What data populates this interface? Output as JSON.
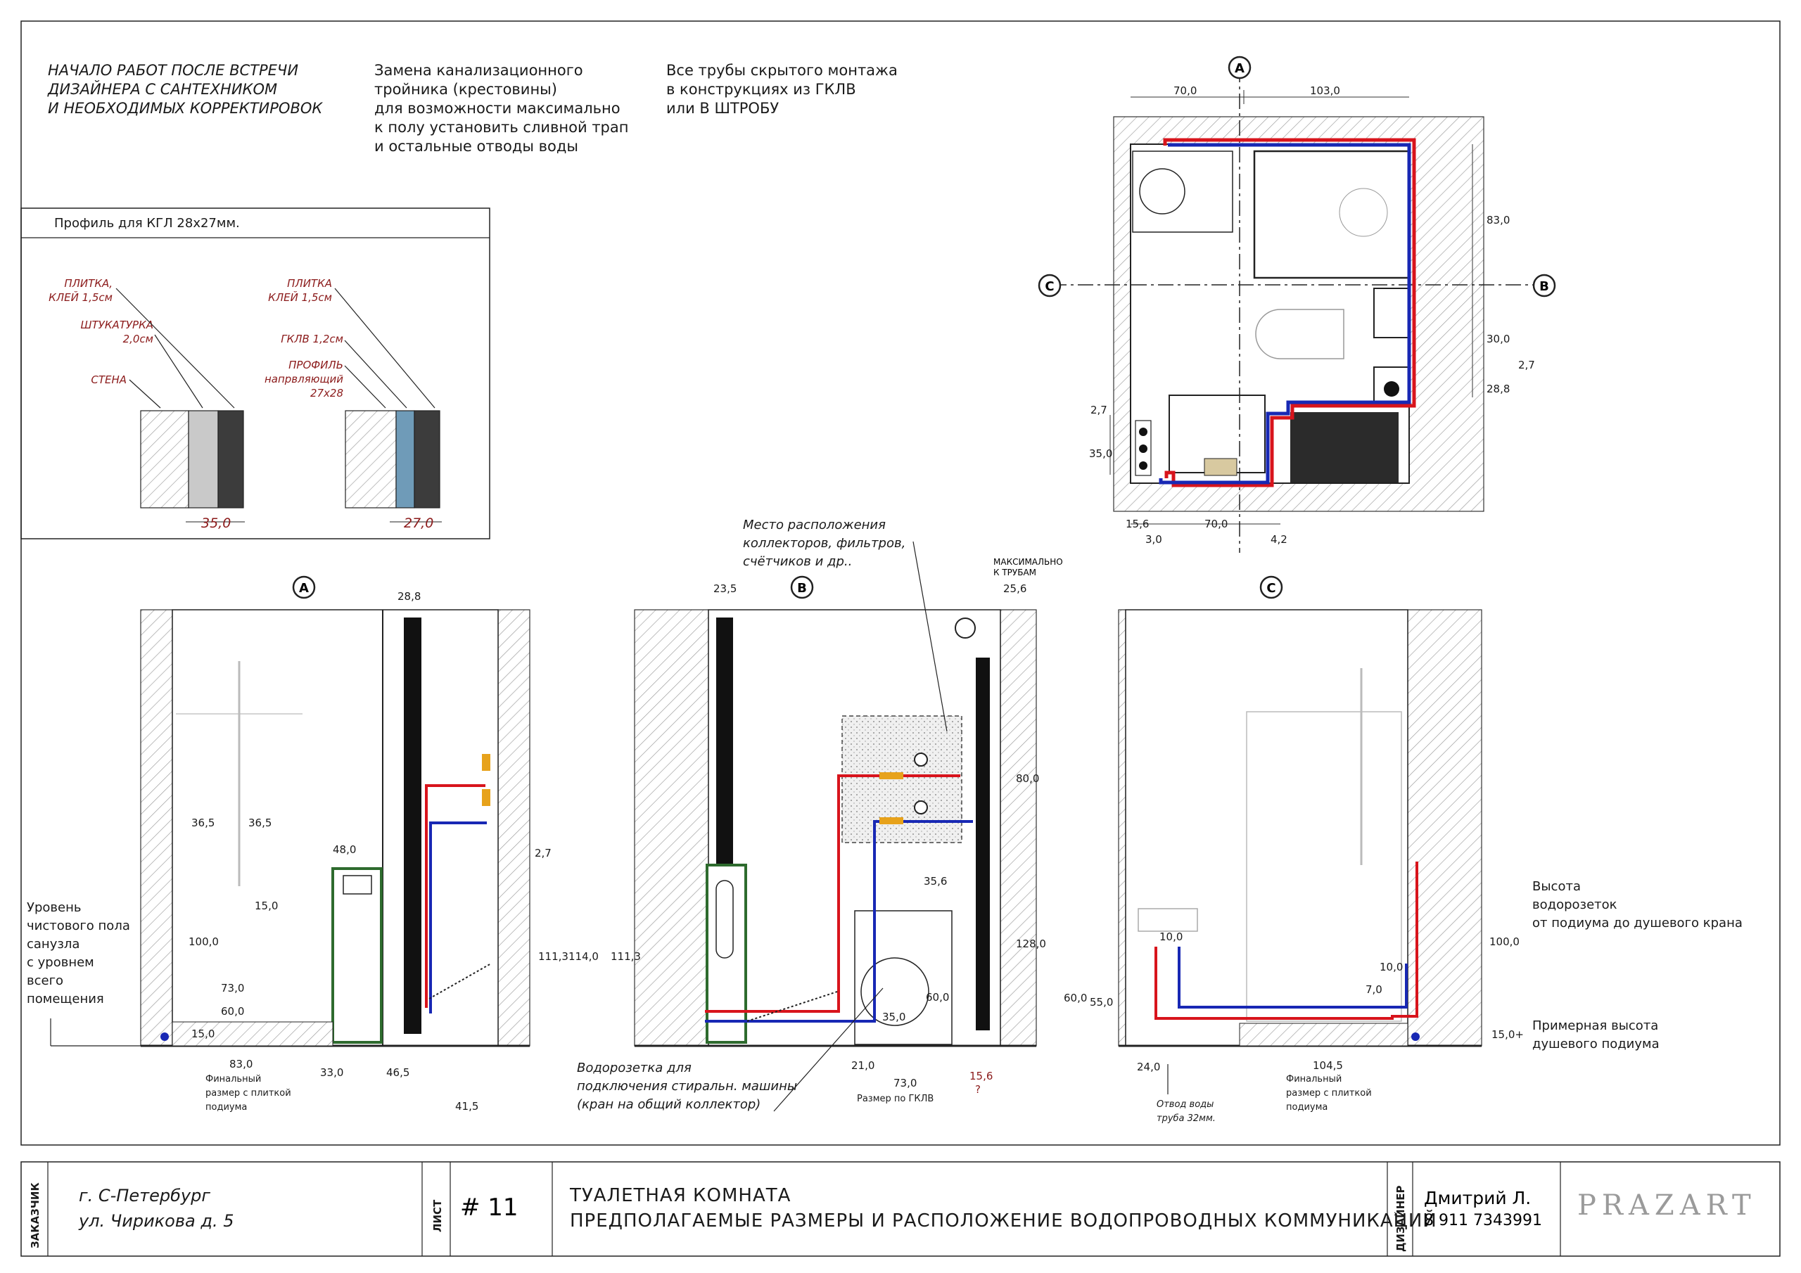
{
  "notes": {
    "note1": [
      "НАЧАЛО РАБОТ ПОСЛЕ ВСТРЕЧИ",
      "ДИЗАЙНЕРА С САНТЕХНИКОМ",
      "И НЕОБХОДИМЫХ КОРРЕКТИРОВОК"
    ],
    "note2": [
      "Замена канализационного",
      "тройника (крестовины)",
      "для возможности максимально",
      "к полу установить сливной трап",
      "и остальные отводы воды"
    ],
    "note3": [
      "Все трубы скрытого монтажа",
      "в конструкциях из ГКЛВ",
      "или В ШТРОБУ"
    ]
  },
  "profile_box": {
    "title": "Профиль для КГЛ 28х27мм.",
    "left_labels": [
      "ПЛИТКА,",
      "КЛЕЙ 1,5см",
      "ШТУКАТУРКА",
      "2,0см",
      "СТЕНА"
    ],
    "right_labels": [
      "ПЛИТКА",
      "КЛЕЙ 1,5см",
      "ГКЛВ 1,2см",
      "ПРОФИЛЬ",
      "напрвляющий",
      "27х28"
    ],
    "left_dim": "35,0",
    "right_dim": "27,0"
  },
  "plan": {
    "marker_a": "A",
    "marker_b": "B",
    "marker_c": "C",
    "top_dims": [
      "70,0",
      "103,0"
    ],
    "right_dims": [
      "83,0",
      "30,0",
      "2,7",
      "28,8"
    ],
    "left_dims": [
      "2,7",
      "35,0"
    ],
    "bottom_dims": [
      "15,6",
      "70,0",
      "3,0",
      "4,2"
    ]
  },
  "elev_a": {
    "marker": "A",
    "dims": [
      "28,8",
      "36,5",
      "36,5",
      "48,0",
      "15,0",
      "100,0",
      "73,0",
      "60,0",
      "15,0",
      "2,7",
      "111,3",
      "114,0",
      "83,0",
      "33,0",
      "46,5",
      "41,5"
    ],
    "floor_note": [
      "Уровень",
      "чистового пола",
      "санузла",
      "с уровнем",
      "всего",
      "помещения"
    ],
    "final_note": [
      "Финальный",
      "размер с плиткой",
      "подиума"
    ]
  },
  "elev_b": {
    "marker": "B",
    "dims": [
      "23,5",
      "25,6",
      "80,0",
      "111,3",
      "35,6",
      "128,0",
      "60,0",
      "35,0",
      "21,0",
      "73,0",
      "15,6",
      "?"
    ],
    "max_note": [
      "МАКСИМАЛЬНО",
      "К ТРУБАМ"
    ],
    "collector_note": [
      "Место расположения",
      "коллекторов, фильтров,",
      "счётчиков и др.."
    ],
    "socket_note": [
      "Водорозетка для",
      "подключения стиральн. машины",
      "(кран на общий коллектор)"
    ],
    "gklv_note": "Размер по ГКЛВ"
  },
  "elev_c": {
    "marker": "C",
    "dims": [
      "10,0",
      "60,0",
      "55,0",
      "10,0",
      "7,0",
      "100,0",
      "15,0+",
      "24,0",
      "104,5"
    ],
    "height_note": [
      "Высота",
      "водорозеток",
      "от подиума до душевого крана"
    ],
    "podium_note": [
      "Примерная высота",
      "душевого подиума"
    ],
    "drain_note": [
      "Отвод воды",
      "труба 32мм."
    ],
    "final_note": [
      "Финальный",
      "размер с плиткой",
      "подиума"
    ]
  },
  "title_block": {
    "customer_label": "ЗАКАЗЧИК",
    "city": "г. С-Петербург",
    "street": "ул. Чирикова д. 5",
    "sheet_label": "ЛИСТ",
    "sheet_no": "# 11",
    "title1": "ТУАЛЕТНАЯ КОМНАТА",
    "title2": "ПРЕДПОЛАГАЕМЫЕ РАЗМЕРЫ И РАСПОЛОЖЕНИЕ ВОДОПРОВОДНЫХ КОММУНИКАЦИЙ",
    "designer_label": "ДИЗАЙНЕР",
    "designer": "Дмитрий Л.",
    "phone": "8 911 7343991",
    "brand": "PRAZART"
  },
  "colors": {
    "hot": "#d8141c",
    "cold": "#1828b4",
    "frame": "#2e6b2e",
    "dark": "#1a1a1a",
    "tile_blue": "#6f9bb8"
  }
}
